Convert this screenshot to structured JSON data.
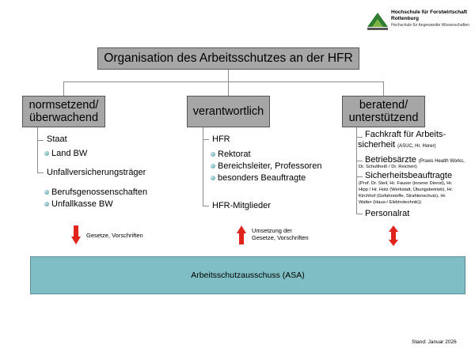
{
  "logo": {
    "line1": "Hochschule für Forstwirtschaft",
    "line2": "Rottenburg",
    "line3": "Hochschule für Angewandte Wissenschaften"
  },
  "title": "Organisation des Arbeitsschutzes an der HFR",
  "categories": [
    {
      "label": "normsetzend/ überwachend"
    },
    {
      "label": "verantwortlich"
    },
    {
      "label": "beratend/ unterstützend"
    }
  ],
  "col1": {
    "staat": "Staat",
    "land": "Land BW",
    "unfall": "Unfallversicherungsträger",
    "berufs": "Berufsgenossenschaften",
    "kasse": "Unfallkasse BW"
  },
  "col2": {
    "hfr": "HFR",
    "rektorat": "Rektorat",
    "bereich": "Bereichsleiter, Professoren",
    "beauftragte": "besonders Beauftragte",
    "mitglieder": "HFR-Mitglieder"
  },
  "col3": {
    "fachkraft_a": "Fachkraft für Arbeits-",
    "fachkraft_b": "sicherheit",
    "fachkraft_note": "(ASUC, Hr. Horer)",
    "betriebs": "Betriebsärzte",
    "betriebs_note_a": "(Praxis Health Works,",
    "betriebs_note_b": "Dr. Schultheiß / Dr. Reichert)",
    "sicherheit": "Sicherheitsbeauftragte",
    "sicher_note_1": "(Prof. Dr. Steil, Hr. Fauser (innerer Dienst), Hr.",
    "sicher_note_2": "Hipp / Hr. Hotz (Werkstatt, Übungsbetrieb), Hr.",
    "sicher_note_3": "Kirchhof (Gefahrstoffe, Strahlenschutz), Hr.",
    "sicher_note_4": "Walter (Haus-/ Elektrotechnik))",
    "personalrat": "Personalrat"
  },
  "arrows": {
    "left_label": "Gesetze, Vorschriften",
    "mid_label_a": "Umsetzung der",
    "mid_label_b": "Gesetze, Vorschriften"
  },
  "asa": "Arbeitsschutzausschuss (ASA)",
  "stand": "Stand: Januar 2026",
  "colors": {
    "box_gray": "#a6a6a6",
    "asa_teal": "#7fbec4",
    "arrow_red": "#e0241b",
    "bullet_teal": "#4a9ba6"
  }
}
